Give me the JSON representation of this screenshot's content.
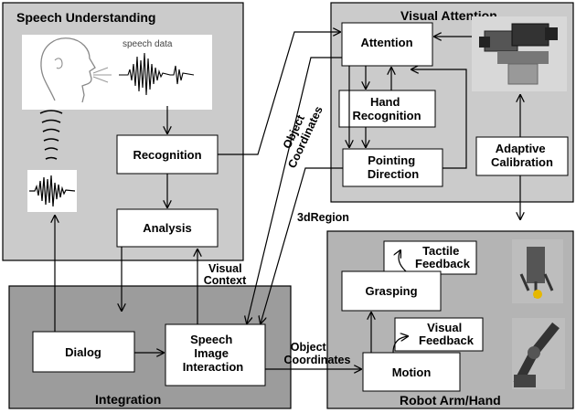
{
  "panels": {
    "speech_understanding": "Speech Understanding",
    "visual_attention": "Visual Attention",
    "integration": "Integration",
    "robot_arm_hand": "Robot Arm/Hand"
  },
  "image_labels": {
    "speech_data": "speech data"
  },
  "boxes": {
    "recognition": "Recognition",
    "analysis": "Analysis",
    "attention": "Attention",
    "hand_recognition": [
      "Hand",
      "Recognition"
    ],
    "pointing_direction": [
      "Pointing",
      "Direction"
    ],
    "adaptive_calibration": [
      "Adaptive",
      "Calibration"
    ],
    "dialog": "Dialog",
    "speech_image_interaction": [
      "Speech",
      "Image",
      "Interaction"
    ],
    "grasping": "Grasping",
    "motion": "Motion",
    "tactile_feedback": [
      "Tactile",
      "Feedback"
    ],
    "visual_feedback": [
      "Visual",
      "Feedback"
    ]
  },
  "flow_labels": {
    "object_coordinates_diag": [
      "Object",
      "Coordinates"
    ],
    "region_3d": "3dRegion",
    "visual_context": [
      "Visual",
      "Context"
    ],
    "object_coordinates_horiz": [
      "Object",
      "Coordinates"
    ]
  },
  "colors": {
    "panel_light": "#cbcbcb",
    "panel_mid": "#b4b4b4",
    "panel_dark": "#9c9c9c",
    "box": "#ffffff",
    "line": "#000000"
  }
}
